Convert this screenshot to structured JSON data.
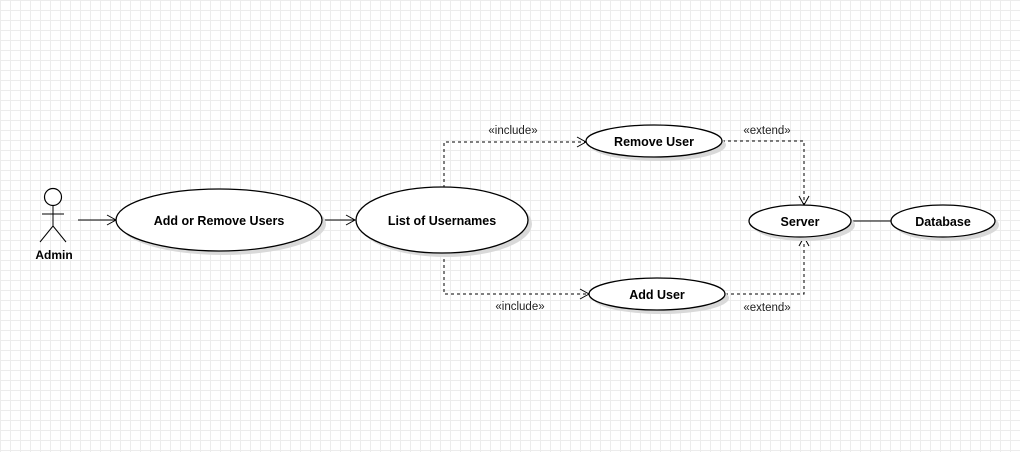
{
  "diagram": {
    "actor": {
      "label": "Admin"
    },
    "use_cases": {
      "add_or_remove_users": "Add or Remove Users",
      "list_of_usernames": "List of Usernames",
      "remove_user": "Remove User",
      "add_user": "Add User",
      "server": "Server",
      "database": "Database"
    },
    "stereotypes": {
      "include_top": "«include»",
      "include_bottom": "«include»",
      "extend_top": "«extend»",
      "extend_bottom": "«extend»"
    }
  }
}
